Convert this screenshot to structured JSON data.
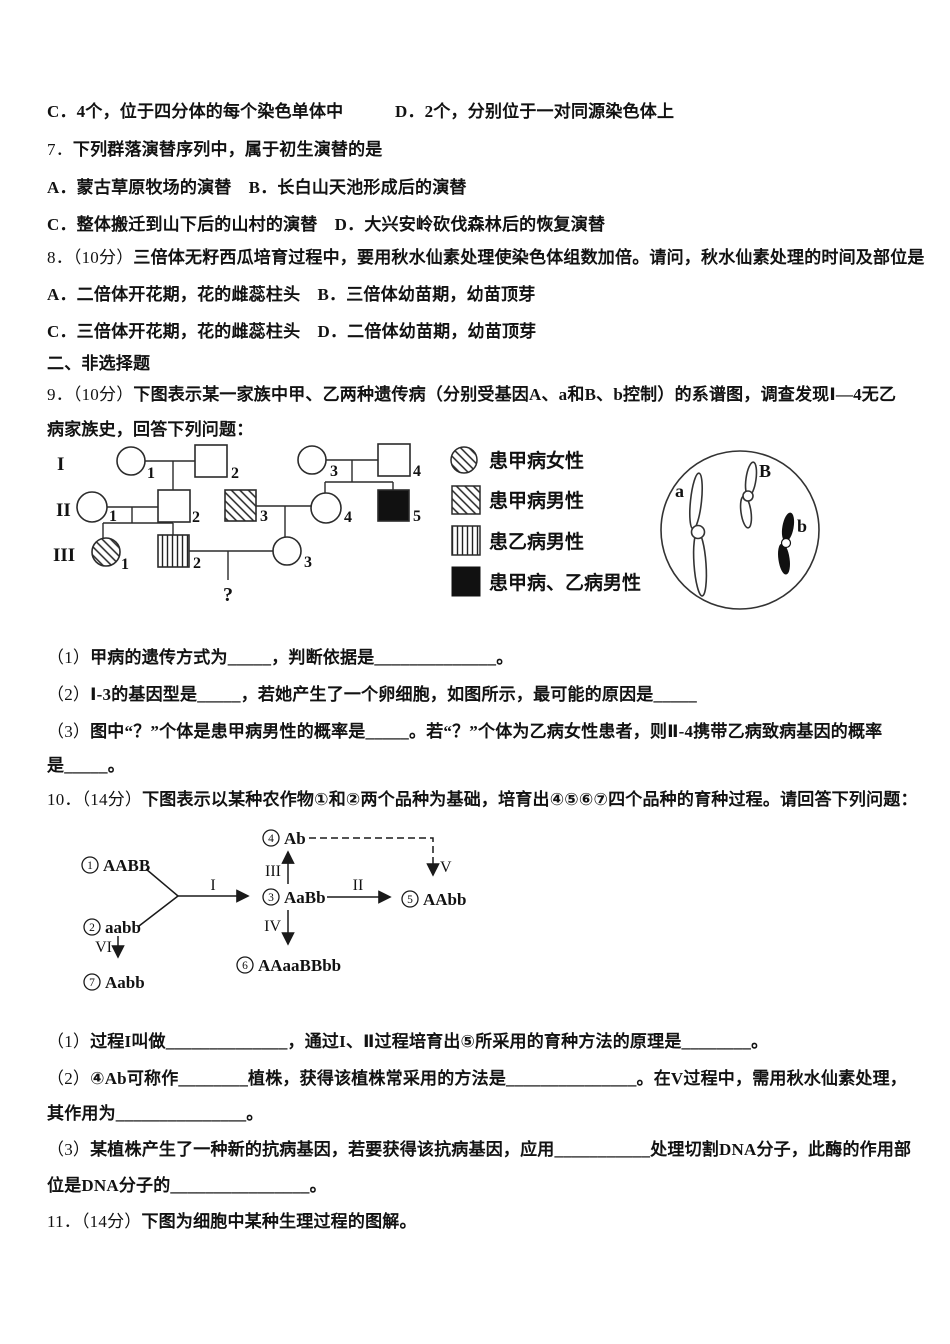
{
  "page": {
    "background": "#ffffff",
    "text_color": "#121212"
  },
  "content": {
    "prev_options_cd": "C．4个，位于四分体的每个染色单体中　　　D．2个，分别位于一对同源染色体上",
    "q7": {
      "num": "7．",
      "text": "下列群落演替序列中，属于初生演替的是"
    },
    "q7_ab": "A．蒙古草原牧场的演替　B．长白山天池形成后的演替",
    "q7_cd": "C．整体搬迁到山下后的山村的演替　D．大兴安岭砍伐森林后的恢复演替",
    "q8": {
      "num": "8．（10分）",
      "text": "三倍体无籽西瓜培育过程中，要用秋水仙素处理使染色体组数加倍。请问，秋水仙素处理的时间及部位是"
    },
    "q8_ab": "A．二倍体开花期，花的雌蕊柱头　B．三倍体幼苗期，幼苗顶芽",
    "q8_cd": "C．三倍体开花期，花的雌蕊柱头　D．二倍体幼苗期，幼苗顶芽",
    "section2": "二、非选择题",
    "q9": {
      "num": "9．（10分）",
      "text": "下图表示某一家族中甲、乙两种遗传病（分别受基因A、a和B、b控制）的系谱图，调查发现Ⅰ—4无乙"
    },
    "q9_cont": "病家族史，回答下列问题：",
    "q9_1": {
      "num": "（1）",
      "text": "甲病的遗传方式为_____，判断依据是______________。"
    },
    "q9_2": {
      "num": "（2）",
      "text": "Ⅰ-3的基因型是_____，若她产生了一个卵细胞，如图所示，最可能的原因是_____"
    },
    "q9_3": {
      "num": "（3）",
      "text": "图中“？”个体是患甲病男性的概率是_____。若“？”个体为乙病女性患者，则Ⅱ-4携带乙病致病基因的概率"
    },
    "q9_3_cont": "是_____。",
    "q10": {
      "num": "10．（14分）",
      "text": "下图表示以某种农作物①和②两个品种为基础，培育出④⑤⑥⑦四个品种的育种过程。请回答下列问题："
    },
    "q10_1": {
      "num": "（1）",
      "text": "过程I叫做______________，通过I、Ⅱ过程培育出⑤所采用的育种方法的原理是________。"
    },
    "q10_2": {
      "num": "（2）",
      "text": "④Ab可称作________植株，获得该植株常采用的方法是_______________。在V过程中，需用秋水仙素处理，"
    },
    "q10_2_cont": "其作用为_______________。",
    "q10_3": {
      "num": "（3）",
      "text": "某植株产生了一种新的抗病基因，若要获得该抗病基因，应用___________处理切割DNA分子，此酶的作用部"
    },
    "q10_3_cont": "位是DNA分子的________________。",
    "q11": {
      "num": "11．（14分）",
      "text": "下图为细胞中某种生理过程的图解。"
    }
  },
  "pedigree": {
    "generation_labels": [
      "I",
      "II",
      "III"
    ],
    "gen1_numbers": [
      "1",
      "2",
      "3",
      "4"
    ],
    "gen2_numbers": [
      "1",
      "2",
      "3",
      "4",
      "5"
    ],
    "gen3_numbers": [
      "1",
      "2",
      "3"
    ],
    "unknown_child": "?",
    "legend": [
      {
        "symbol": "hatched-circle",
        "label": "患甲病女性"
      },
      {
        "symbol": "hatched-square",
        "label": "患甲病男性"
      },
      {
        "symbol": "vertical-striped-square",
        "label": "患乙病男性"
      },
      {
        "symbol": "black-square",
        "label": "患甲病、乙病男性"
      }
    ]
  },
  "cell_diagram": {
    "chromosome_labels": [
      "a",
      "B",
      "b"
    ]
  },
  "breeding_diagram": {
    "nodes": [
      {
        "num": "1",
        "genotype": "AABB"
      },
      {
        "num": "2",
        "genotype": "aabb"
      },
      {
        "num": "3",
        "genotype": "AaBb"
      },
      {
        "num": "4",
        "genotype": "Ab"
      },
      {
        "num": "5",
        "genotype": "AAbb"
      },
      {
        "num": "6",
        "genotype": "AAaaBBbb"
      },
      {
        "num": "7",
        "genotype": "Aabb"
      }
    ],
    "process_labels": [
      "I",
      "II",
      "III",
      "IV",
      "V",
      "VI"
    ]
  }
}
